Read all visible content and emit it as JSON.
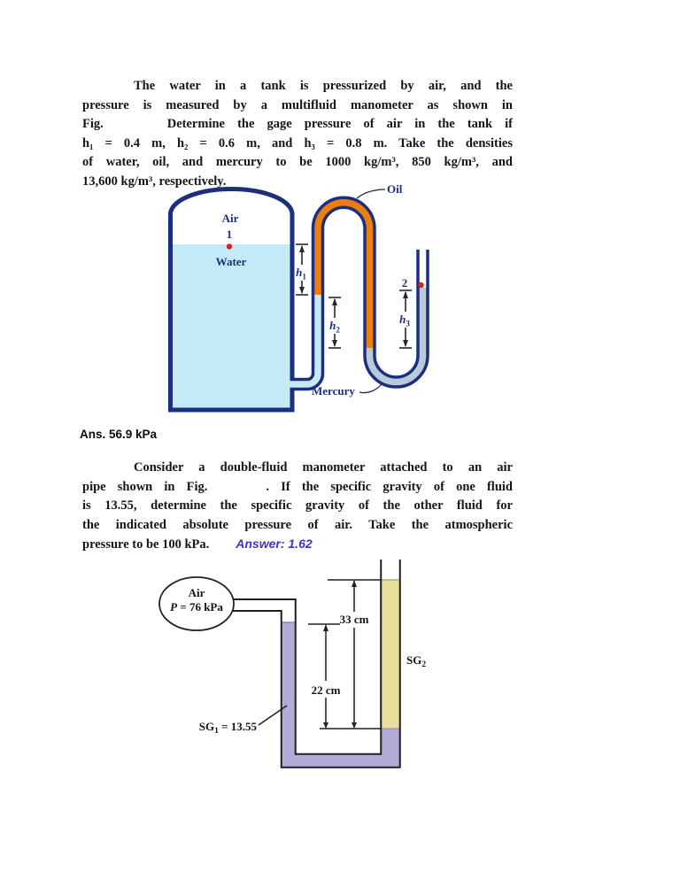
{
  "problem1": {
    "l1": "The water in a tank is pressurized by air, and the",
    "l2": "pressure is measured by a multifluid manometer as shown in",
    "l3a": "Fig.",
    "l3b": "Determine the gage pressure of air in the tank if",
    "l4": "h₁ = 0.4 m, h₂ = 0.6 m, and h₃ = 0.8 m. Take the densities",
    "l5": "of water, oil, and mercury to be 1000 kg/m³, 850 kg/m³, and",
    "l6": "13,600 kg/m³, respectively.",
    "answer": "Ans. 56.9 kPa"
  },
  "figure1": {
    "labels": {
      "air": "Air",
      "water": "Water",
      "oil": "Oil",
      "mercury": "Mercury",
      "point1": "1",
      "point2": "2",
      "h": "h",
      "sub1": "1",
      "sub2": "2",
      "sub3": "3"
    },
    "colors": {
      "outline_navy": "#1b2e80",
      "water": "#c4eaf8",
      "oil": "#ea7f10",
      "mercury": "#b9c9da",
      "marker_red": "#d92020"
    }
  },
  "problem2": {
    "l1": "Consider a double-fluid manometer attached to an air",
    "l2a": "pipe shown in Fig.",
    "l2b": ". If the specific gravity of one fluid",
    "l3": "is 13.55, determine the specific gravity of the other fluid for",
    "l4": "the indicated absolute pressure of air. Take the atmospheric",
    "l5": "pressure to be 100 kPa.",
    "answer": "Answer: 1.62"
  },
  "figure2": {
    "labels": {
      "air": "Air",
      "p_symbol": "P",
      "p_value": " = 76 kPa",
      "dim33": "33 cm",
      "dim22": "22 cm",
      "sg": "SG",
      "sg1_sub": "1",
      "sg1_value": " = 13.55",
      "sg2_sub": "2"
    },
    "colors": {
      "fluid1_purple": "#b2abd8",
      "fluid2_yellow": "#e7df9b",
      "line_black": "#1f1f1f"
    }
  }
}
